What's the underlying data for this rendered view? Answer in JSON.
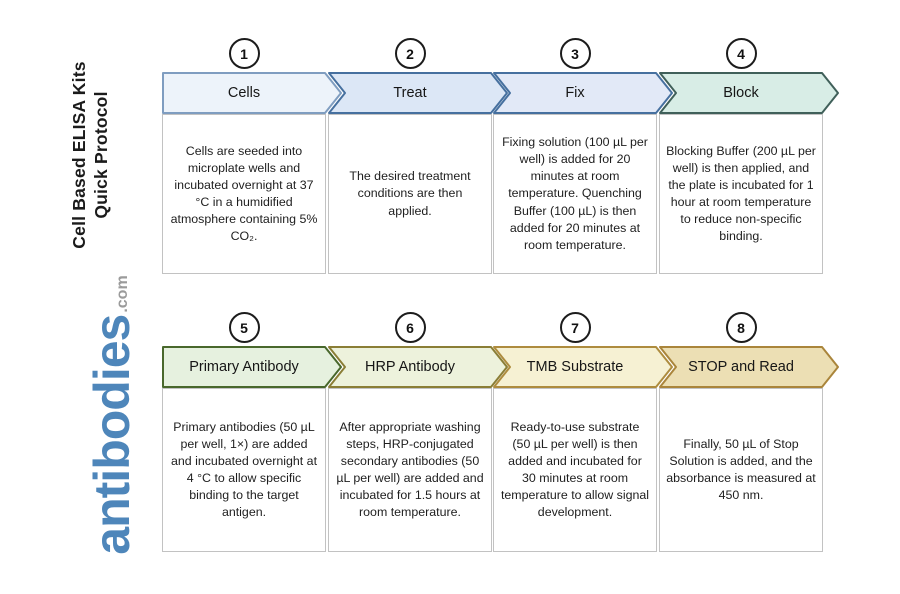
{
  "sidebar": {
    "title_line1": "Cell Based ELISA Kits",
    "title_line2": "Quick Protocol",
    "logo_text": "antibodies",
    "logo_suffix": ".com",
    "logo_color": "#4E86BA"
  },
  "steps": [
    {
      "number": "1",
      "label": "Cells",
      "description": "Cells are seeded into microplate wells and incubated overnight at 37 °C in a humidified atmosphere containing 5% CO₂.",
      "fill": "#EDF3FA",
      "border": "#7F9DC0"
    },
    {
      "number": "2",
      "label": "Treat",
      "description": "The desired treatment conditions are then applied.",
      "fill": "#DCE7F6",
      "border": "#46709F"
    },
    {
      "number": "3",
      "label": "Fix",
      "description": "Fixing solution (100 µL per well) is added for 20 minutes at room temperature. Quenching Buffer (100 µL) is then added for 20 minutes at room temperature.",
      "fill": "#E2E9F7",
      "border": "#46709F"
    },
    {
      "number": "4",
      "label": "Block",
      "description": "Blocking Buffer (200 µL per well) is then applied, and the plate is incubated for 1 hour at room temperature to reduce non-specific binding.",
      "fill": "#D8EDE6",
      "border": "#40605A"
    },
    {
      "number": "5",
      "label": "Primary Antibody",
      "description": "Primary antibodies (50 µL per well, 1×) are added and incubated overnight at 4 °C to allow specific binding to the target antigen.",
      "fill": "#E6F1DF",
      "border": "#49682C"
    },
    {
      "number": "6",
      "label": "HRP Antibody",
      "description": "After appropriate washing steps, HRP-conjugated secondary antibodies (50 µL per well) are added and incubated for 1.5 hours at room temperature.",
      "fill": "#EDF2DC",
      "border": "#8A7E36"
    },
    {
      "number": "7",
      "label": "TMB Substrate",
      "description": "Ready-to-use substrate (50 µL per well) is then added and incubated for 30 minutes at room temperature to allow signal development.",
      "fill": "#F6F1D3",
      "border": "#AE8C3E"
    },
    {
      "number": "8",
      "label": "STOP and Read",
      "description": "Finally, 50 µL of Stop Solution is added, and the absorbance is measured at 450 nm.",
      "fill": "#ECDFB4",
      "border": "#AA853B"
    }
  ]
}
